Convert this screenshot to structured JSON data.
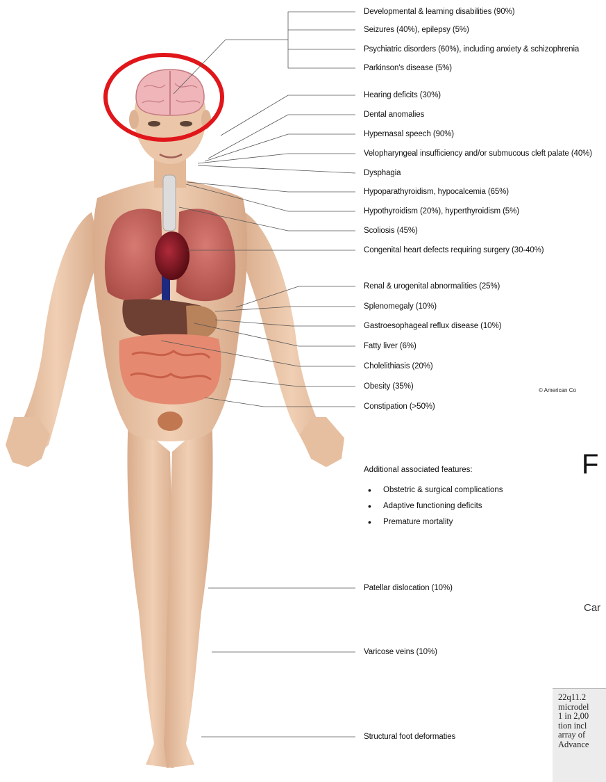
{
  "organ_labels": [
    "Developmental & learning disabilities (90%)",
    "Seizures (40%), epilepsy (5%)",
    "Psychiatric disorders (60%), including anxiety & schizophrenia",
    "Parkinson's disease (5%)",
    "Hearing deficits (30%)",
    "Dental anomalies",
    "Hypernasal speech (90%)",
    "Velopharyngeal insufficiency and/or submucous cleft palate (40%)",
    "Dysphagia",
    "Hypoparathyroidism, hypocalcemia (65%)",
    "Hypothyroidism (20%), hyperthyroidism (5%)",
    "Scoliosis (45%)",
    "Congenital heart defects requiring surgery (30-40%)",
    "Renal & urogenital abnormalities (25%)",
    "Splenomegaly (10%)",
    "Gastroesophageal reflux disease (10%)",
    "Fatty liver (6%)",
    "Cholelithiasis (20%)",
    "Obesity (35%)",
    "Constipation (>50%)"
  ],
  "additional": {
    "title": "Additional associated features:",
    "items": [
      "Obstetric & surgical complications",
      "Adaptive functioning deficits",
      "Premature mortality"
    ]
  },
  "lower_labels": [
    "Patellar dislocation (10%)",
    "Varicose veins (10%)",
    "Structural foot deformaties"
  ],
  "copyright": "© American Co",
  "cutoff": {
    "letter": "F",
    "word": "Car"
  },
  "abstract_lines": [
    "22q11.2",
    "microdel",
    "1 in 2,00",
    "tion incl",
    "array of",
    "Advance"
  ],
  "colors": {
    "highlight_circle": "#e0161b",
    "skin": "#e8c4a6",
    "leader_line": "#555555"
  }
}
